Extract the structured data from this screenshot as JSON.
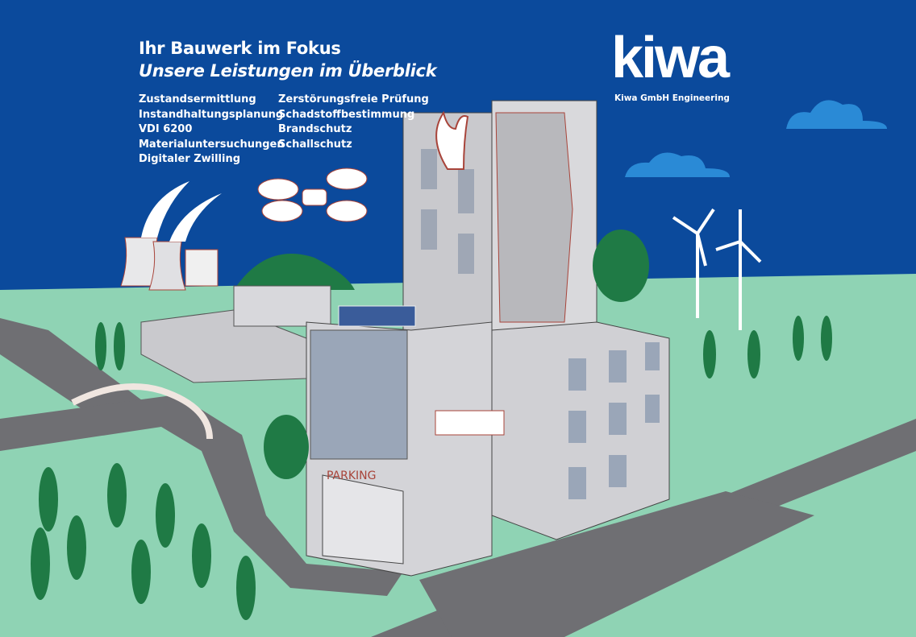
{
  "header": {
    "title": "Ihr Bauwerk im Fokus",
    "subtitle": "Unsere Leistungen im Überblick"
  },
  "services": {
    "column1": [
      "Zustandsermittlung",
      "Instandhaltungsplanung",
      "VDI 6200",
      "Materialuntersuchungen",
      "Digitaler Zwilling"
    ],
    "column2": [
      "Zerstörungsfreie Prüfung",
      "Schadstoffbestimmung",
      "Brandschutz",
      "Schallschutz"
    ]
  },
  "brand": {
    "logo": "kiwa",
    "company": "Kiwa GmbH Engineering"
  },
  "illustration": {
    "parking_sign": "PARKING"
  },
  "colors": {
    "sky": "#0b4a9c",
    "ground": "#8fd3b4",
    "road": "#6f6f73",
    "building": "#c9c9cd",
    "accent_line": "#a8443a",
    "tree": "#1f7a45"
  }
}
